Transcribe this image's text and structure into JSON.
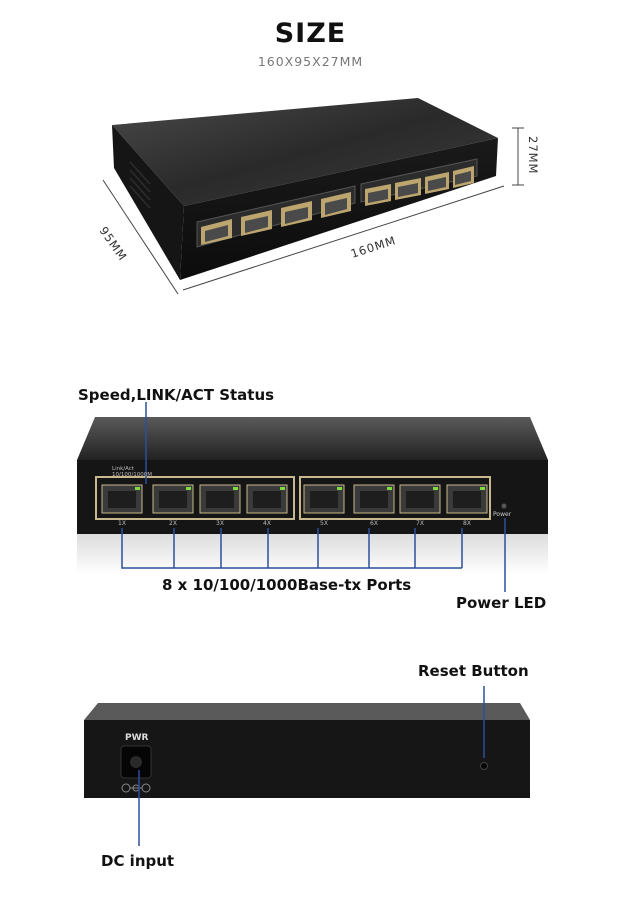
{
  "title": "SIZE",
  "dimensions": "160X95X27MM",
  "dim_width": "160MM",
  "dim_depth": "95MM",
  "dim_height": "27MM",
  "callouts": {
    "status_led": "Speed,LINK/ACT Status",
    "ports": "8 x 10/100/1000Base-tx  Ports",
    "power_led": "Power LED",
    "reset": "Reset Button",
    "dc": "DC input"
  },
  "panel": {
    "link_act": "Link/Act",
    "speed": "10/100/1000M",
    "power": "Power",
    "pwr": "PWR",
    "port_labels": [
      "1X",
      "2X",
      "3X",
      "4X",
      "5X",
      "6X",
      "7X",
      "8X"
    ]
  },
  "colors": {
    "body": "#1c1c1c",
    "top": "#3a3a3a",
    "callout_line": "#2b4f9e",
    "led": "#7fdc3c",
    "port_frame": "#c7b88d"
  }
}
